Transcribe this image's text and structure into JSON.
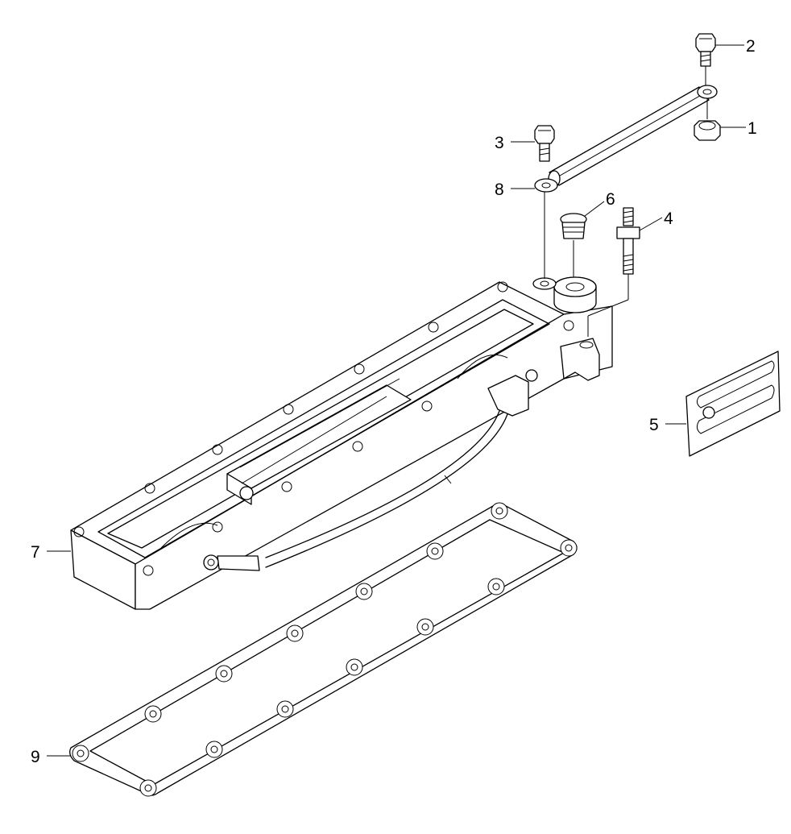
{
  "callouts": [
    {
      "id": "callout-1",
      "number": "1"
    },
    {
      "id": "callout-2",
      "number": "2"
    },
    {
      "id": "callout-3",
      "number": "3"
    },
    {
      "id": "callout-4",
      "number": "4"
    },
    {
      "id": "callout-5",
      "number": "5"
    },
    {
      "id": "callout-6",
      "number": "6"
    },
    {
      "id": "callout-7",
      "number": "7"
    },
    {
      "id": "callout-8",
      "number": "8"
    },
    {
      "id": "callout-9",
      "number": "9"
    }
  ],
  "colors": {
    "line": "#000000",
    "background": "#ffffff"
  }
}
